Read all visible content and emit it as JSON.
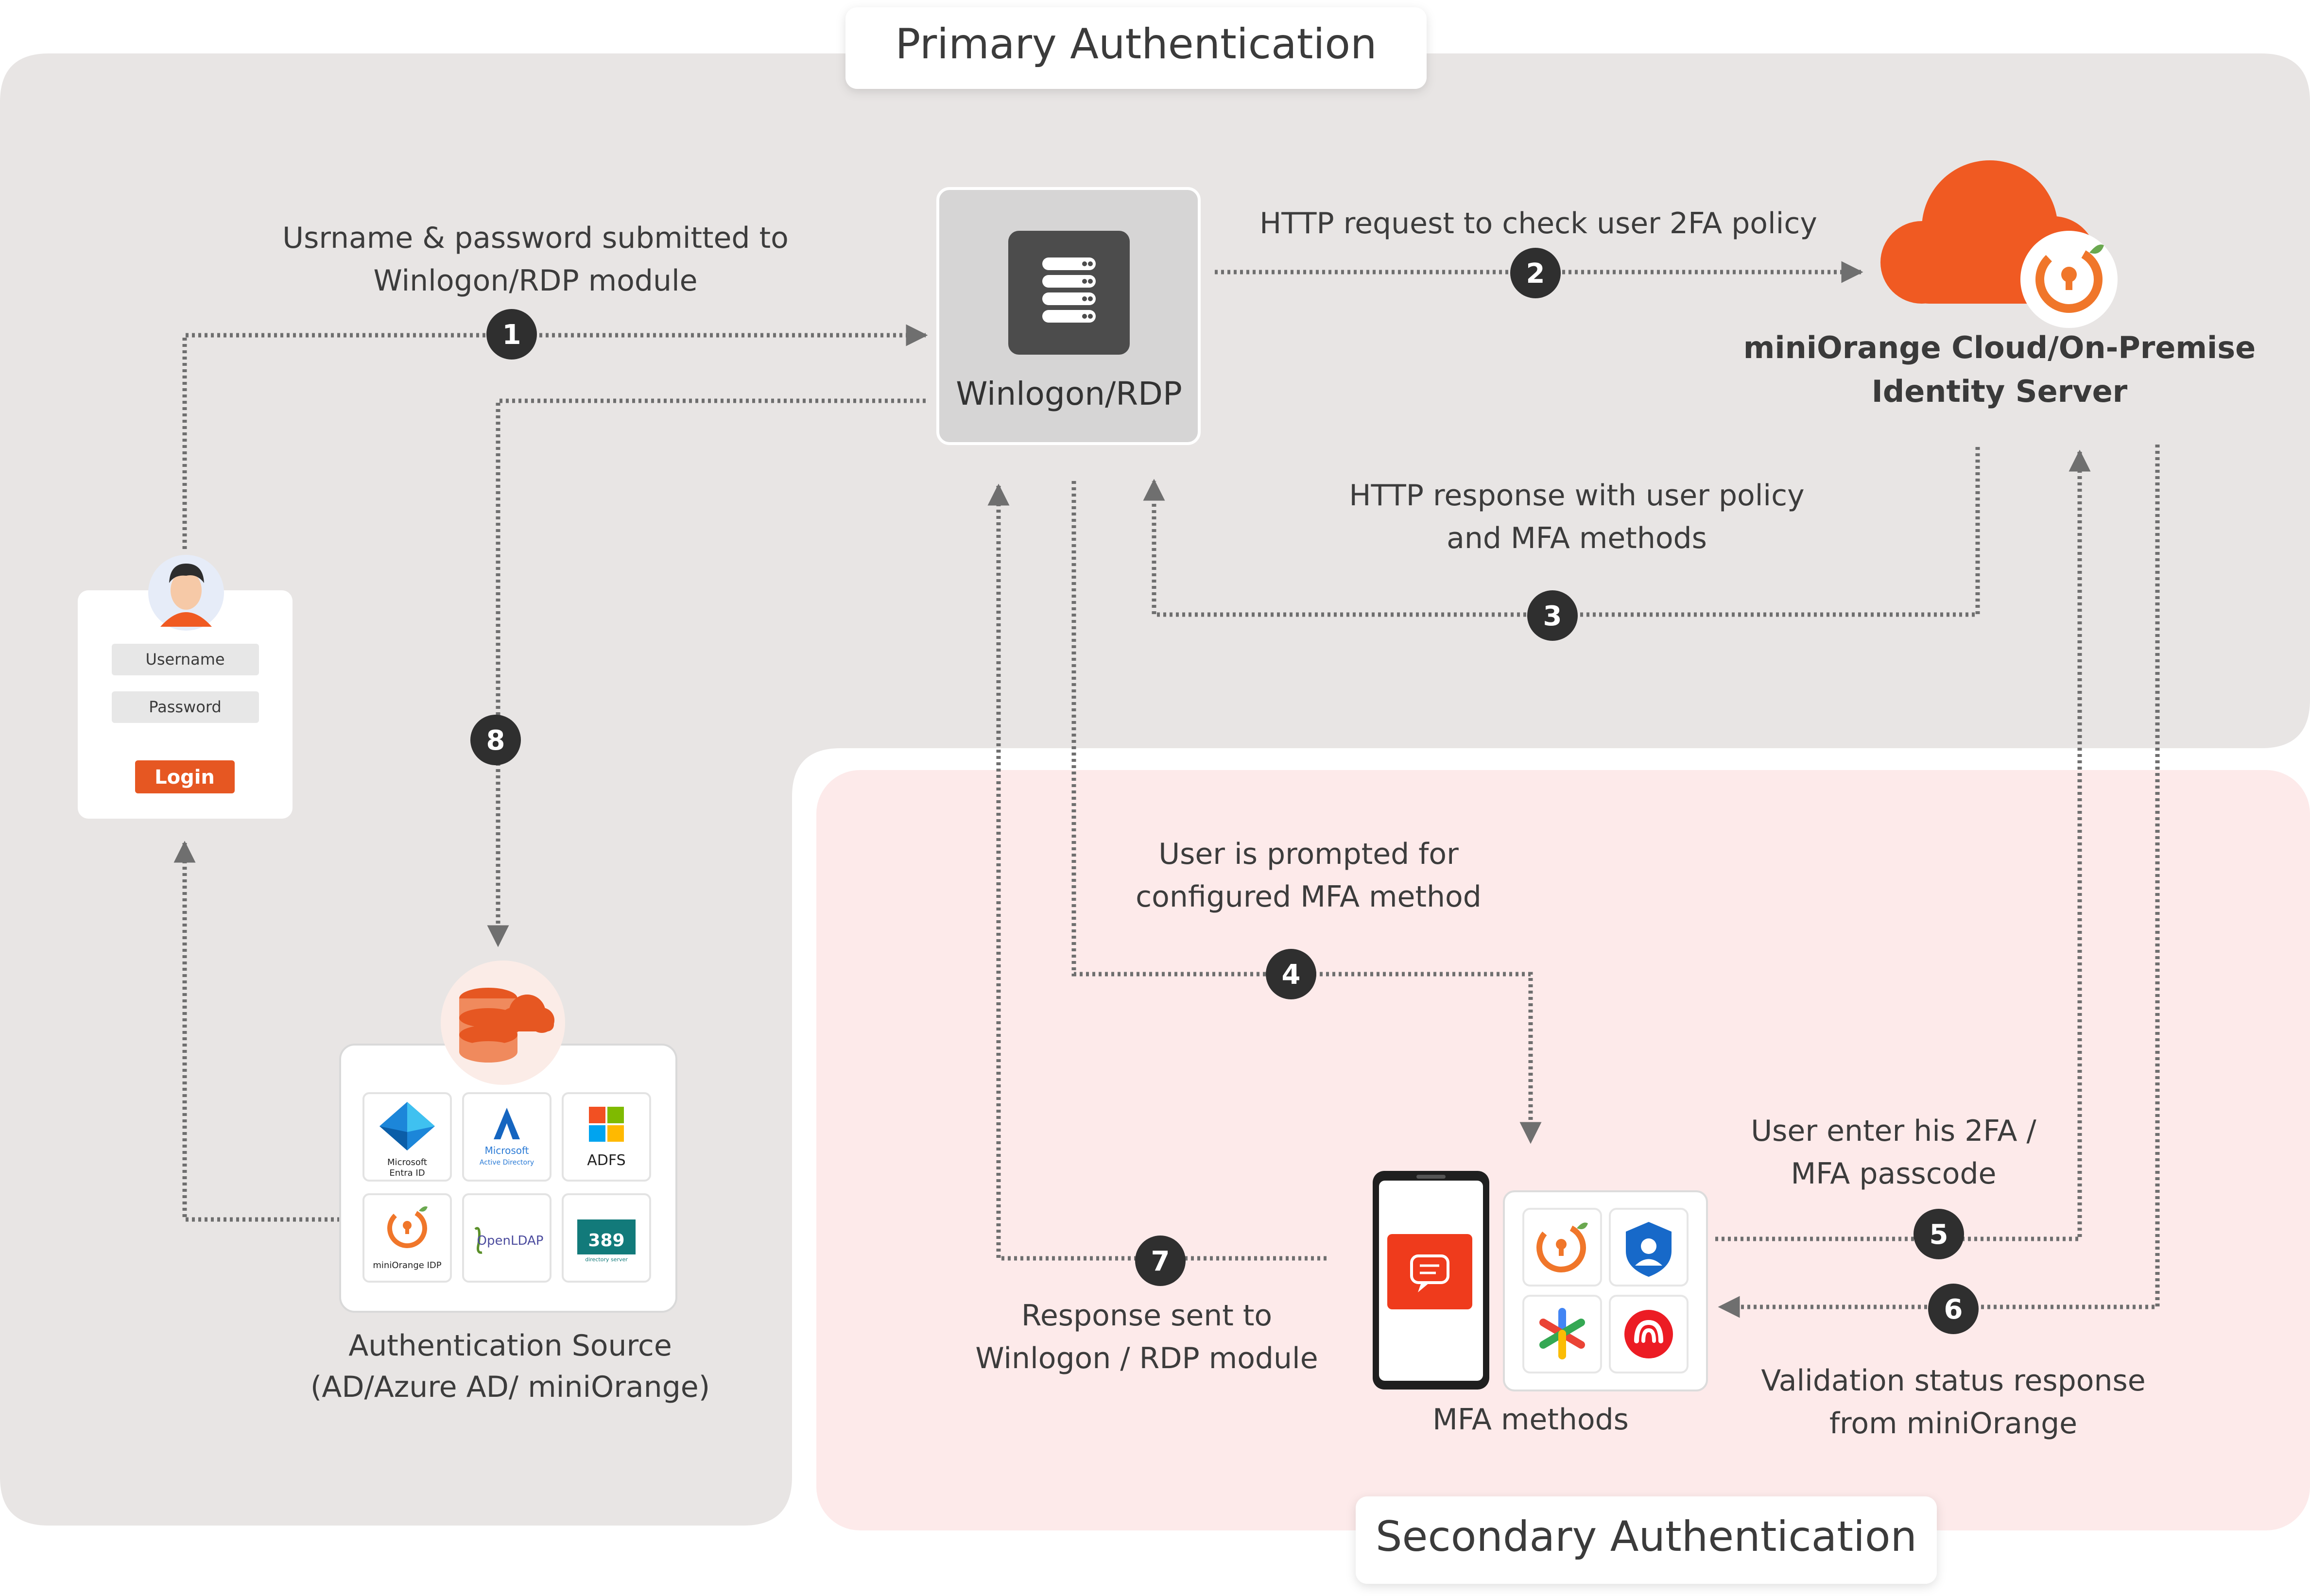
{
  "regions": {
    "primary_title": "Primary Authentication",
    "secondary_title": "Secondary Authentication"
  },
  "nodes": {
    "winlogon": "Winlogon/RDP",
    "server_line1": "miniOrange Cloud/On-Premise",
    "server_line2": "Identity Server",
    "auth_source_line1": "Authentication Source",
    "auth_source_line2": "(AD/Azure AD/ miniOrange)",
    "mfa_methods": "MFA methods"
  },
  "login_card": {
    "username": "Username",
    "password": "Password",
    "login": "Login"
  },
  "auth_providers": {
    "entra_1": "Microsoft",
    "entra_2": "Entra ID",
    "ad_1": "Microsoft",
    "ad_2": "Active Directory",
    "adfs": "ADFS",
    "mo_idp": "miniOrange IDP",
    "openldap": "OpenLDAP",
    "ds389": "389",
    "ds389_sub": "directory server"
  },
  "steps": [
    {
      "num": "1",
      "line1": "Usrname & password submitted to",
      "line2": "Winlogon/RDP module"
    },
    {
      "num": "2",
      "line1": "HTTP request to check user 2FA policy",
      "line2": ""
    },
    {
      "num": "3",
      "line1": "HTTP response with user policy",
      "line2": "and MFA methods"
    },
    {
      "num": "4",
      "line1": "User is prompted for",
      "line2": "configured MFA method"
    },
    {
      "num": "5",
      "line1": "User enter his 2FA /",
      "line2": "MFA passcode"
    },
    {
      "num": "6",
      "line1": "Validation status response",
      "line2": "from miniOrange"
    },
    {
      "num": "7",
      "line1": "Response sent to",
      "line2": "Winlogon / RDP module"
    },
    {
      "num": "8",
      "line1": "",
      "line2": ""
    }
  ],
  "colors": {
    "primary_bg": "#e8e5e4",
    "secondary_bg": "#fdeaea",
    "accent_orange": "#f05a22",
    "step_badge": "#2f2f2f",
    "connector": "#6f6f6f"
  },
  "icons": {
    "server": "server-icon",
    "cloud": "cloud-icon",
    "user": "user-avatar-icon",
    "database": "database-cloud-icon",
    "phone": "phone-icon",
    "chat": "chat-icon"
  }
}
